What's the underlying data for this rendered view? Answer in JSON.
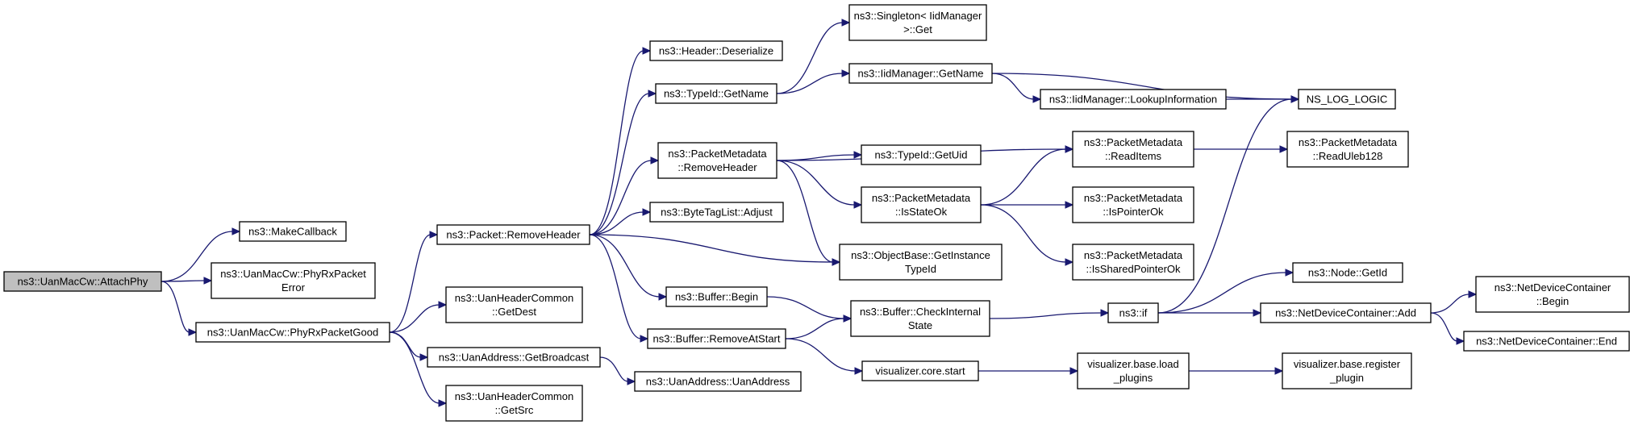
{
  "nodes": [
    {
      "id": "attach",
      "lines": [
        "ns3::UanMacCw::AttachPhy"
      ],
      "root": true
    },
    {
      "id": "makecb",
      "lines": [
        "ns3::MakeCallback"
      ]
    },
    {
      "id": "rxerr",
      "lines": [
        "ns3::UanMacCw::PhyRxPacket",
        "Error"
      ]
    },
    {
      "id": "rxgood",
      "lines": [
        "ns3::UanMacCw::PhyRxPacketGood"
      ]
    },
    {
      "id": "removeheader",
      "lines": [
        "ns3::Packet::RemoveHeader"
      ]
    },
    {
      "id": "getdest",
      "lines": [
        "ns3::UanHeaderCommon",
        "::GetDest"
      ]
    },
    {
      "id": "getbcast",
      "lines": [
        "ns3::UanAddress::GetBroadcast"
      ]
    },
    {
      "id": "getsrc",
      "lines": [
        "ns3::UanHeaderCommon",
        "::GetSrc"
      ]
    },
    {
      "id": "deserialize",
      "lines": [
        "ns3::Header::Deserialize"
      ]
    },
    {
      "id": "typeidname",
      "lines": [
        "ns3::TypeId::GetName"
      ]
    },
    {
      "id": "pmremove",
      "lines": [
        "ns3::PacketMetadata",
        "::RemoveHeader"
      ]
    },
    {
      "id": "btladjust",
      "lines": [
        "ns3::ByteTagList::Adjust"
      ]
    },
    {
      "id": "bufbegin",
      "lines": [
        "ns3::Buffer::Begin"
      ]
    },
    {
      "id": "bufremove",
      "lines": [
        "ns3::Buffer::RemoveAtStart"
      ]
    },
    {
      "id": "uanaddr",
      "lines": [
        "ns3::UanAddress::UanAddress"
      ]
    },
    {
      "id": "singleton",
      "lines": [
        "ns3::Singleton< IidManager",
        "  >::Get"
      ]
    },
    {
      "id": "iidname",
      "lines": [
        "ns3::IidManager::GetName"
      ]
    },
    {
      "id": "getuid",
      "lines": [
        "ns3::TypeId::GetUid"
      ]
    },
    {
      "id": "isstateok",
      "lines": [
        "ns3::PacketMetadata",
        "::IsStateOk"
      ]
    },
    {
      "id": "getinstance",
      "lines": [
        "ns3::ObjectBase::GetInstance",
        "TypeId"
      ]
    },
    {
      "id": "checkinternal",
      "lines": [
        "ns3::Buffer::CheckInternal",
        "State"
      ]
    },
    {
      "id": "vizstart",
      "lines": [
        "visualizer.core.start"
      ]
    },
    {
      "id": "lookup",
      "lines": [
        "ns3::IidManager::LookupInformation"
      ]
    },
    {
      "id": "readitems",
      "lines": [
        "ns3::PacketMetadata",
        "::ReadItems"
      ]
    },
    {
      "id": "ispointerok",
      "lines": [
        "ns3::PacketMetadata",
        "::IsPointerOk"
      ]
    },
    {
      "id": "issharedok",
      "lines": [
        "ns3::PacketMetadata",
        "::IsSharedPointerOk"
      ]
    },
    {
      "id": "nsif",
      "lines": [
        "ns3::if"
      ]
    },
    {
      "id": "loadplugins",
      "lines": [
        "visualizer.base.load",
        "_plugins"
      ]
    },
    {
      "id": "nslog",
      "lines": [
        "NS_LOG_LOGIC"
      ]
    },
    {
      "id": "readuleb",
      "lines": [
        "ns3::PacketMetadata",
        "::ReadUleb128"
      ]
    },
    {
      "id": "nodegetid",
      "lines": [
        "ns3::Node::GetId"
      ]
    },
    {
      "id": "ndcadd",
      "lines": [
        "ns3::NetDeviceContainer::Add"
      ]
    },
    {
      "id": "regplugin",
      "lines": [
        "visualizer.base.register",
        "_plugin"
      ]
    },
    {
      "id": "ndcbegin",
      "lines": [
        "ns3::NetDeviceContainer",
        "::Begin"
      ]
    },
    {
      "id": "ndcend",
      "lines": [
        "ns3::NetDeviceContainer::End"
      ]
    }
  ],
  "edges": [
    [
      "attach",
      "makecb"
    ],
    [
      "attach",
      "rxerr"
    ],
    [
      "attach",
      "rxgood"
    ],
    [
      "rxgood",
      "removeheader"
    ],
    [
      "rxgood",
      "getdest"
    ],
    [
      "rxgood",
      "getbcast"
    ],
    [
      "rxgood",
      "getsrc"
    ],
    [
      "removeheader",
      "deserialize"
    ],
    [
      "removeheader",
      "typeidname"
    ],
    [
      "removeheader",
      "pmremove"
    ],
    [
      "removeheader",
      "btladjust"
    ],
    [
      "removeheader",
      "getinstance"
    ],
    [
      "removeheader",
      "bufbegin"
    ],
    [
      "removeheader",
      "bufremove"
    ],
    [
      "getbcast",
      "uanaddr"
    ],
    [
      "typeidname",
      "singleton"
    ],
    [
      "typeidname",
      "iidname"
    ],
    [
      "iidname",
      "nslog"
    ],
    [
      "iidname",
      "lookup"
    ],
    [
      "lookup",
      "nslog"
    ],
    [
      "pmremove",
      "readitems"
    ],
    [
      "pmremove",
      "getuid"
    ],
    [
      "pmremove",
      "isstateok"
    ],
    [
      "pmremove",
      "getinstance"
    ],
    [
      "isstateok",
      "readitems"
    ],
    [
      "isstateok",
      "ispointerok"
    ],
    [
      "isstateok",
      "issharedok"
    ],
    [
      "readitems",
      "readuleb"
    ],
    [
      "bufbegin",
      "checkinternal"
    ],
    [
      "bufremove",
      "checkinternal"
    ],
    [
      "bufremove",
      "vizstart"
    ],
    [
      "checkinternal",
      "nsif"
    ],
    [
      "nsif",
      "nslog"
    ],
    [
      "nsif",
      "nodegetid"
    ],
    [
      "nsif",
      "ndcadd"
    ],
    [
      "ndcadd",
      "ndcbegin"
    ],
    [
      "ndcadd",
      "ndcend"
    ],
    [
      "vizstart",
      "loadplugins"
    ],
    [
      "loadplugins",
      "regplugin"
    ]
  ]
}
